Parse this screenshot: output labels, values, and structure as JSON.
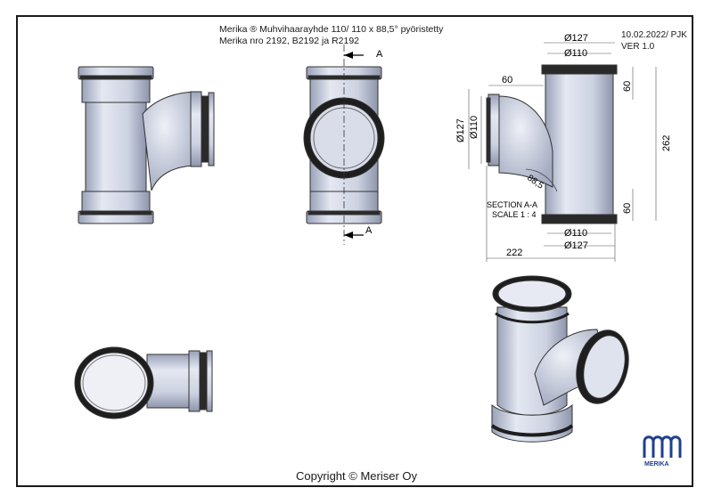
{
  "title": {
    "line1": "Merika ® Muhvihaarayhde 110/ 110 x 88,5° pyöristetty",
    "line2": "Merika nro  2192, B2192 ja R2192"
  },
  "revision": {
    "date": "10.02.2022/ PJK",
    "version": "VER 1.0"
  },
  "section": {
    "name": "SECTION A-A",
    "scale": "SCALE 1 : 4",
    "marker": "A"
  },
  "dimensions": {
    "d127_top": "Ø127",
    "d110_top": "Ø110",
    "len60_left": "60",
    "d127_side": "Ø127",
    "d110_side": "Ø110",
    "len60_top": "60",
    "len262": "262",
    "len60_bottom": "60",
    "radius": "88,5",
    "d110_bottom": "Ø110",
    "d127_bottom": "Ø127",
    "len222": "222"
  },
  "logo": {
    "text": "MERIKA"
  },
  "copyright": "Copyright © Meriser Oy",
  "colors": {
    "pipe": "#c9cfdf",
    "pipe_dark": "#8e96ad",
    "seal": "#1e1e1e",
    "line": "#333333"
  }
}
